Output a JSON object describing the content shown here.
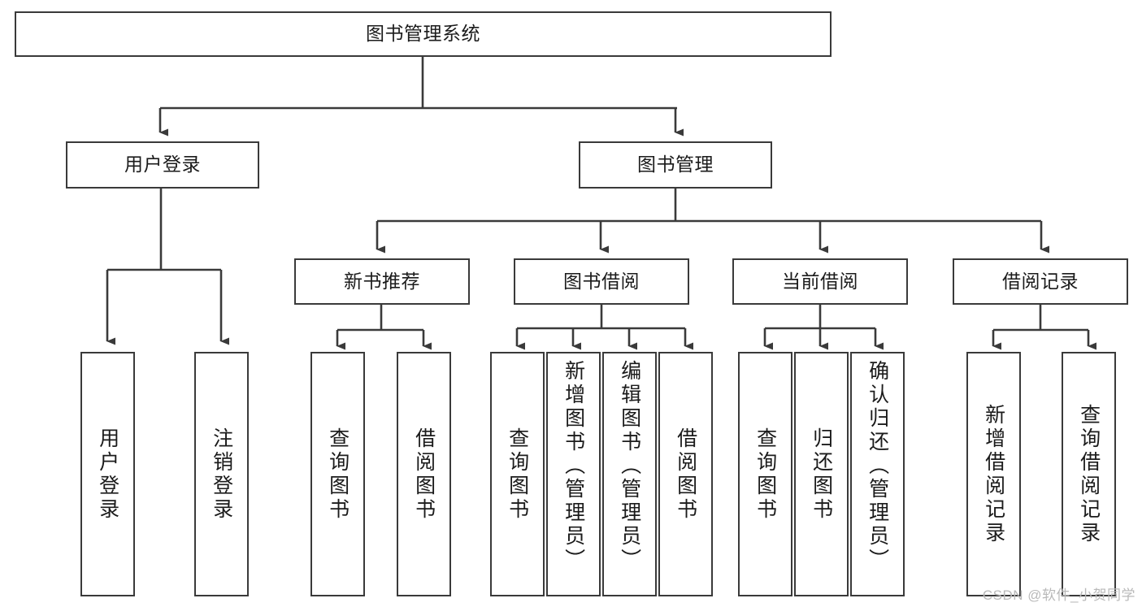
{
  "diagram": {
    "title": "图书管理系统",
    "type": "tree-hierarchy-chart",
    "background_color": "#ffffff",
    "box_border_color": "#3a3a3a",
    "text_color": "#1b1b1b",
    "edge_color": "#3a3a3a"
  },
  "nodes": {
    "root": {
      "label": "图书管理系统"
    },
    "level2": [
      {
        "id": "user-login",
        "label": "用户登录"
      },
      {
        "id": "book-manage",
        "label": "图书管理"
      }
    ],
    "level3": [
      {
        "id": "new-book-rec",
        "label": "新书推荐"
      },
      {
        "id": "book-borrow",
        "label": "图书借阅"
      },
      {
        "id": "current-borrow",
        "label": "当前借阅"
      },
      {
        "id": "borrow-record",
        "label": "借阅记录"
      }
    ],
    "leaves": {
      "user_login": [
        {
          "id": "leaf-user-login",
          "label": "用户登录"
        },
        {
          "id": "leaf-logout",
          "label": "注销登录"
        }
      ],
      "new_book_rec": [
        {
          "id": "leaf-query-book-1",
          "label": "查询图书"
        },
        {
          "id": "leaf-borrow-book-1",
          "label": "借阅图书"
        }
      ],
      "book_borrow": [
        {
          "id": "leaf-query-book-2",
          "label": "查询图书"
        },
        {
          "id": "leaf-add-book",
          "label": "新增图书（管理员）"
        },
        {
          "id": "leaf-edit-book",
          "label": "编辑图书（管理员）"
        },
        {
          "id": "leaf-borrow-book-2",
          "label": "借阅图书"
        }
      ],
      "current_borrow": [
        {
          "id": "leaf-query-book-3",
          "label": "查询图书"
        },
        {
          "id": "leaf-return-book",
          "label": "归还图书"
        },
        {
          "id": "leaf-confirm-return",
          "label": "确认归还（管理员）"
        }
      ],
      "borrow_record": [
        {
          "id": "leaf-add-record",
          "label": "新增借阅记录"
        },
        {
          "id": "leaf-query-record",
          "label": "查询借阅记录"
        }
      ]
    }
  },
  "watermark": {
    "text": "CSDN @软件_小贺同学"
  }
}
